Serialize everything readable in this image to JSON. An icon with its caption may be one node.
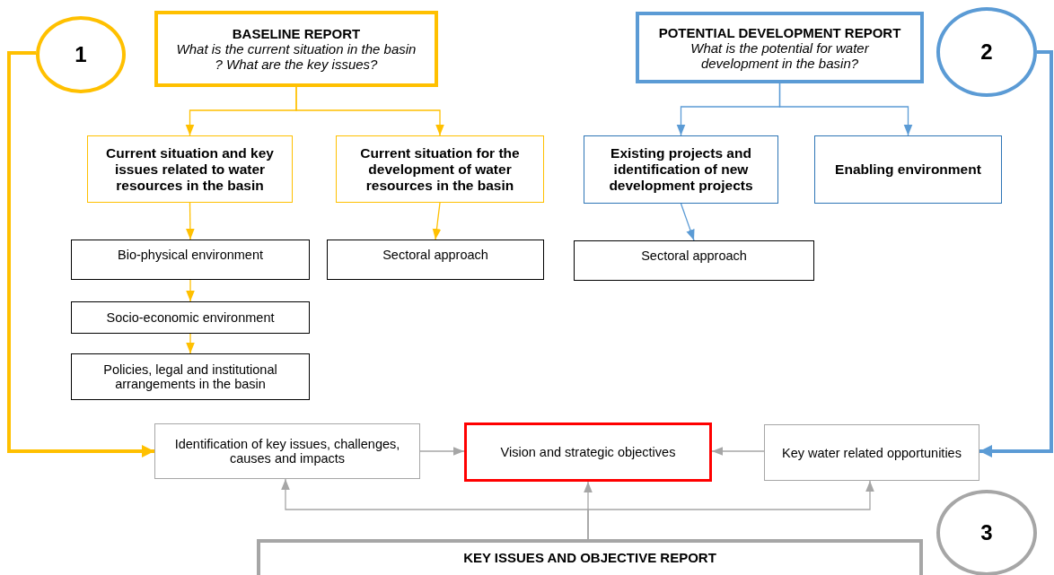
{
  "diagram": {
    "nodes": [
      {
        "text": [
          "1"
        ]
      },
      {
        "text": [
          "BASELINE REPORT",
          "What is the current situation in the basin ? What are the key issues?"
        ]
      },
      {
        "text": [
          "Current situation and key issues related to water resources in the basin"
        ]
      },
      {
        "text": [
          "Current situation for the development of water resources in the basin"
        ]
      },
      {
        "text": [
          "POTENTIAL DEVELOPMENT REPORT",
          "What is the potential for water development in the basin?"
        ]
      },
      {
        "text": [
          "2"
        ]
      },
      {
        "text": [
          "Existing projects and identification of new development projects"
        ]
      },
      {
        "text": [
          "Enabling environment"
        ]
      },
      {
        "text": [
          "Bio-physical environment"
        ]
      },
      {
        "text": [
          "Sectoral approach"
        ]
      },
      {
        "text": [
          "Sectoral approach"
        ]
      },
      {
        "text": [
          "Socio-economic environment"
        ]
      },
      {
        "text": [
          "Policies, legal and institutional arrangements in the basin"
        ]
      },
      {
        "text": [
          "Identification of key issues, challenges, causes and impacts"
        ]
      },
      {
        "text": [
          "Vision and strategic objectives"
        ]
      },
      {
        "text": [
          "Key water related opportunities"
        ]
      },
      {
        "text": [
          "KEY ISSUES AND OBJECTIVE REPORT"
        ]
      },
      {
        "text": [
          "3"
        ]
      }
    ],
    "edges": [
      {
        "from": 1,
        "to": 2,
        "arrow": "to"
      },
      {
        "from": 1,
        "to": 3,
        "arrow": "to"
      },
      {
        "from": 4,
        "to": 6,
        "arrow": "to",
        "color": "#5b9bd5"
      },
      {
        "from": 4,
        "to": 7,
        "arrow": "to",
        "color": "#5b9bd5"
      },
      {
        "from": 2,
        "to": 8,
        "arrow": "to"
      },
      {
        "from": 8,
        "to": 11,
        "arrow": "to"
      },
      {
        "from": 11,
        "to": 12,
        "arrow": "to"
      },
      {
        "from": 3,
        "to": 9,
        "arrow": "to"
      },
      {
        "from": 6,
        "to": 10,
        "arrow": "to",
        "color": "#5b9bd5"
      },
      {
        "from": 0,
        "to": 13,
        "arrow": "to",
        "style": "thick"
      },
      {
        "from": 5,
        "to": 15,
        "arrow": "to",
        "style": "thick",
        "color": "#5b9bd5"
      },
      {
        "from": 13,
        "to": 14,
        "arrow": "to",
        "color": "#a6a6a6"
      },
      {
        "from": 15,
        "to": 14,
        "arrow": "to",
        "color": "#a6a6a6"
      },
      {
        "from": 16,
        "to": 14,
        "arrow": "to",
        "color": "#a6a6a6"
      },
      {
        "from": 16,
        "to": 13,
        "arrow": "to",
        "color": "#a6a6a6"
      },
      {
        "from": 16,
        "to": 15,
        "arrow": "to",
        "color": "#a6a6a6"
      }
    ]
  }
}
